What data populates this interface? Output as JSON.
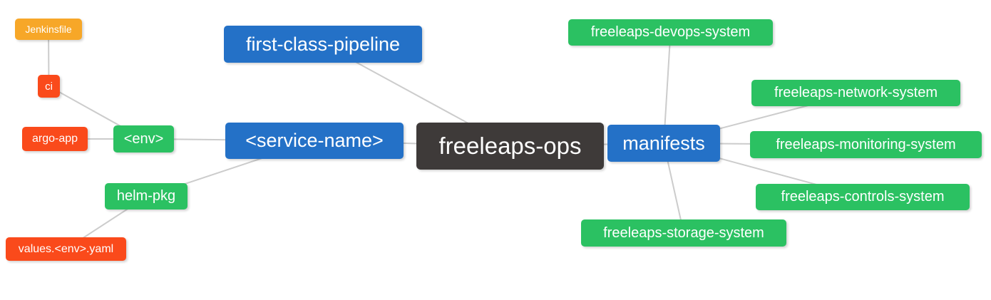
{
  "mindmap": {
    "type": "mindmap",
    "background": "#FFFFFF",
    "colors": {
      "root_node": "#3E3A39",
      "branch_blue": "#2471C7",
      "leaf_green": "#2BC162",
      "leaf_red": "#FA4A1B",
      "leaf_orange": "#F7A728",
      "edge_line": "#CCCCCC",
      "node_text": "#FFFFFF"
    },
    "root": "freeleaps-ops",
    "nodes": {
      "freeleaps_ops": {
        "label": "freeleaps-ops",
        "level": 0,
        "color": "#3E3A39"
      },
      "first_class_pipeline": {
        "label": "first-class-pipeline",
        "level": 1,
        "color": "#2471C7"
      },
      "service_name": {
        "label": "<service-name>",
        "level": 1,
        "color": "#2471C7"
      },
      "manifests": {
        "label": "manifests",
        "level": 1,
        "color": "#2471C7"
      },
      "env": {
        "label": "<env>",
        "level": 2,
        "color": "#2BC162"
      },
      "helm_pkg": {
        "label": "helm-pkg",
        "level": 2,
        "color": "#2BC162"
      },
      "ci": {
        "label": "ci",
        "level": 3,
        "color": "#FA4A1B"
      },
      "argo_app": {
        "label": "argo-app",
        "level": 3,
        "color": "#FA4A1B"
      },
      "values_env_yaml": {
        "label": "values.<env>.yaml",
        "level": 3,
        "color": "#FA4A1B"
      },
      "jenkinsfile": {
        "label": "Jenkinsfile",
        "level": 4,
        "color": "#F7A728"
      },
      "freeleaps_devops_system": {
        "label": "freeleaps-devops-system",
        "level": 2,
        "color": "#2BC162"
      },
      "freeleaps_network_system": {
        "label": "freeleaps-network-system",
        "level": 2,
        "color": "#2BC162"
      },
      "freeleaps_monitoring_system": {
        "label": "freeleaps-monitoring-system",
        "level": 2,
        "color": "#2BC162"
      },
      "freeleaps_controls_system": {
        "label": "freeleaps-controls-system",
        "level": 2,
        "color": "#2BC162"
      },
      "freeleaps_storage_system": {
        "label": "freeleaps-storage-system",
        "level": 2,
        "color": "#2BC162"
      }
    },
    "edges": [
      [
        "jenkinsfile",
        "ci"
      ],
      [
        "ci",
        "env"
      ],
      [
        "argo_app",
        "env"
      ],
      [
        "env",
        "service_name"
      ],
      [
        "values_env_yaml",
        "helm_pkg"
      ],
      [
        "helm_pkg",
        "service_name"
      ],
      [
        "service_name",
        "freeleaps_ops"
      ],
      [
        "first_class_pipeline",
        "freeleaps_ops"
      ],
      [
        "freeleaps_ops",
        "manifests"
      ],
      [
        "manifests",
        "freeleaps_devops_system"
      ],
      [
        "manifests",
        "freeleaps_network_system"
      ],
      [
        "manifests",
        "freeleaps_monitoring_system"
      ],
      [
        "manifests",
        "freeleaps_controls_system"
      ],
      [
        "manifests",
        "freeleaps_storage_system"
      ]
    ]
  }
}
